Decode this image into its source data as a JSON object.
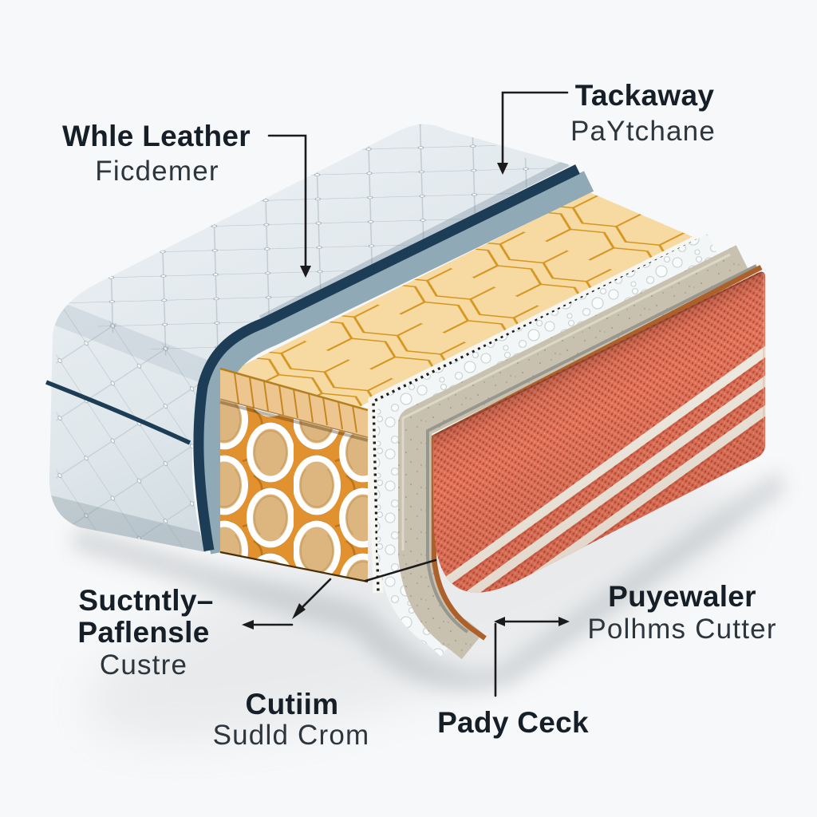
{
  "labels": {
    "whle_leather": {
      "title": "Whle Leather",
      "subtitle": "Ficdemer"
    },
    "tackaway": {
      "title": "Tackaway",
      "subtitle": "PaYtchane"
    },
    "suctntly": {
      "title": "Suctntly–",
      "title2": "Paflensle",
      "subtitle": "Custre"
    },
    "cutiim": {
      "title": "Cutiim",
      "subtitle": "Sudld Crom"
    },
    "puyewaler": {
      "title": "Puyewaler",
      "subtitle": "Polhms Cutter"
    },
    "pady_ceck": {
      "title": "Pady Ceck"
    }
  },
  "layers": [
    {
      "id": "quilted-top-cover",
      "color": "#e5ebee"
    },
    {
      "id": "navy-piping",
      "color": "#1d3c55"
    },
    {
      "id": "piping-band",
      "color": "#8fa9b6"
    },
    {
      "id": "honeycomb-layer",
      "color": "#f7d9a2",
      "line_color": "#d5961f"
    },
    {
      "id": "pocket-coil-layer",
      "color": "#e1912d",
      "coil_color": "#dcb67e"
    },
    {
      "id": "stitch-border",
      "color": "#1c1c1c"
    },
    {
      "id": "foam-layer",
      "color": "#f3f6f6"
    },
    {
      "id": "base-band",
      "color": "#c8c1af"
    },
    {
      "id": "copper-trim",
      "color": "#ad6029"
    },
    {
      "id": "knit-side-panel",
      "color": "#e2735a",
      "stripe_color": "#f2eee3"
    }
  ],
  "colors": {
    "background": "#f7f8f9",
    "label_title": "#161f28",
    "label_subtitle": "#2d353d",
    "leader_line": "#1b1b1b"
  }
}
